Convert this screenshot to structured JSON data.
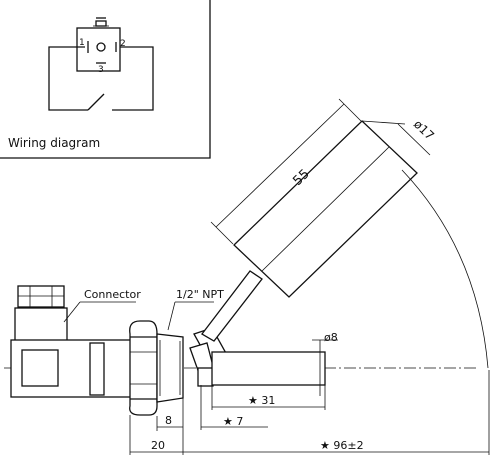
{
  "wiring": {
    "caption": "Wiring diagram",
    "pin1": "1",
    "pin2": "2",
    "pin3": "3"
  },
  "labels": {
    "connector": "Connector",
    "thread": "1/2\" NPT"
  },
  "dimensions": {
    "float_length": "55",
    "float_diameter": "ø17",
    "stem_diameter": "ø8",
    "d31": "★ 31",
    "d7": "★ 7",
    "d8": "8",
    "d20": "20",
    "d96": "★ 96±2"
  }
}
